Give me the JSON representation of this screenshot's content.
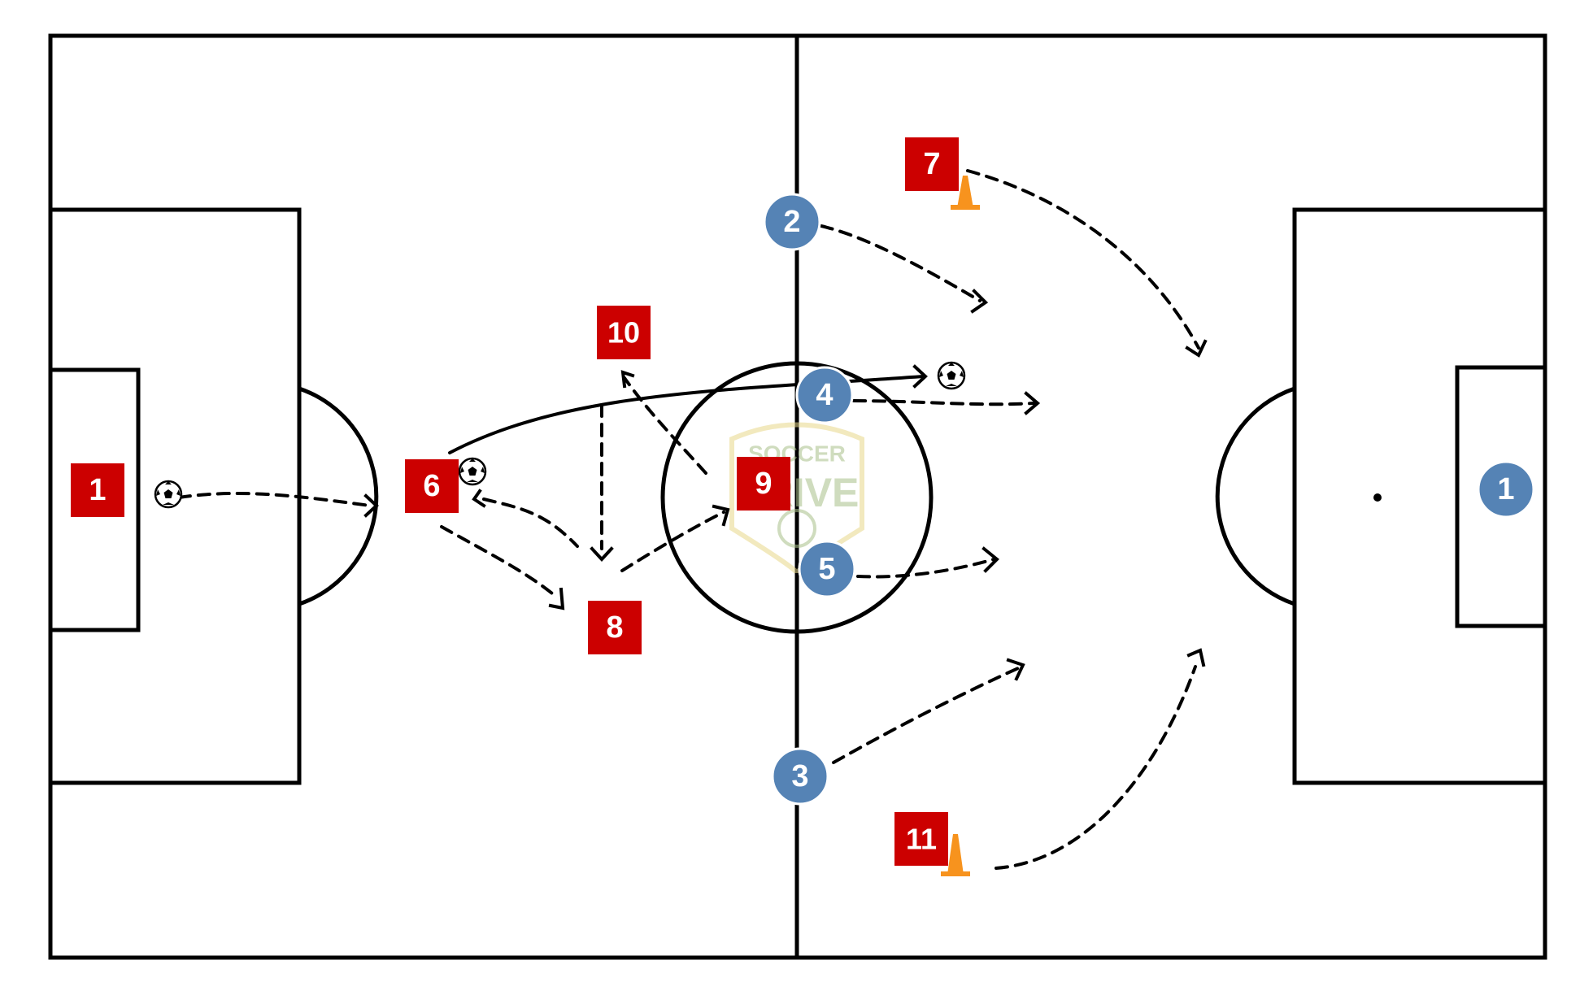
{
  "watermark": {
    "top_text": "SOCCER",
    "bottom_text": "DRIVE"
  },
  "colors": {
    "team_red": "#cc0000",
    "team_blue": "#5583b5",
    "cone": "#f7931e",
    "line": "#000000",
    "watermark": "#a9c08a"
  },
  "icons": {
    "ball": "soccer-ball-icon",
    "cone": "training-cone-icon"
  },
  "red_team": [
    {
      "number": "1"
    },
    {
      "number": "6"
    },
    {
      "number": "7"
    },
    {
      "number": "8"
    },
    {
      "number": "9"
    },
    {
      "number": "10"
    },
    {
      "number": "11"
    }
  ],
  "blue_team": [
    {
      "number": "1"
    },
    {
      "number": "2"
    },
    {
      "number": "3"
    },
    {
      "number": "4"
    },
    {
      "number": "5"
    }
  ]
}
